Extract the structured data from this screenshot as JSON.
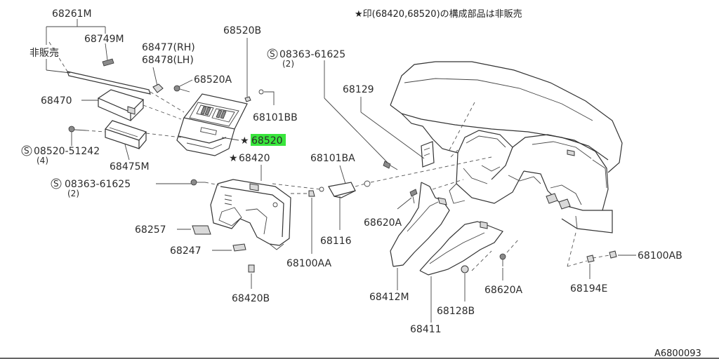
{
  "diagram": {
    "note": "★印(68420,68520)の構成部品は非販売",
    "reference_code": "A6800093",
    "not_sold_label": "非販売",
    "parts": [
      {
        "id": "p68261m",
        "label": "68261M"
      },
      {
        "id": "p68749m",
        "label": "68749M"
      },
      {
        "id": "p68477",
        "label": "68477(RH)"
      },
      {
        "id": "p68478",
        "label": "68478(LH)"
      },
      {
        "id": "p68520b",
        "label": "68520B"
      },
      {
        "id": "p68520a",
        "label": "68520A"
      },
      {
        "id": "p68470",
        "label": "68470"
      },
      {
        "id": "p68101bb",
        "label": "68101BB"
      },
      {
        "id": "p68520",
        "label": "68520",
        "star": true,
        "highlighted": true
      },
      {
        "id": "p08520",
        "label": "08520-51242",
        "symbol": "S",
        "qty": "(4)"
      },
      {
        "id": "p68475m",
        "label": "68475M"
      },
      {
        "id": "p68420",
        "label": "68420",
        "star": true
      },
      {
        "id": "p08363a",
        "label": "08363-61625",
        "symbol": "S",
        "qty": "(2)"
      },
      {
        "id": "p08363b",
        "label": "08363-61625",
        "symbol": "S",
        "qty": "(2)"
      },
      {
        "id": "p68129",
        "label": "68129"
      },
      {
        "id": "p68101ba",
        "label": "68101BA"
      },
      {
        "id": "p68257",
        "label": "68257"
      },
      {
        "id": "p68247",
        "label": "68247"
      },
      {
        "id": "p68420b",
        "label": "68420B"
      },
      {
        "id": "p68100aa",
        "label": "68100AA"
      },
      {
        "id": "p68116",
        "label": "68116"
      },
      {
        "id": "p68620a1",
        "label": "68620A"
      },
      {
        "id": "p68620a2",
        "label": "68620A"
      },
      {
        "id": "p68412m",
        "label": "68412M"
      },
      {
        "id": "p68128b",
        "label": "68128B"
      },
      {
        "id": "p68411",
        "label": "68411"
      },
      {
        "id": "p68100ab",
        "label": "68100AB"
      },
      {
        "id": "p68194e",
        "label": "68194E"
      }
    ],
    "star_symbol": "★",
    "highlight_color": "#39e63c"
  }
}
